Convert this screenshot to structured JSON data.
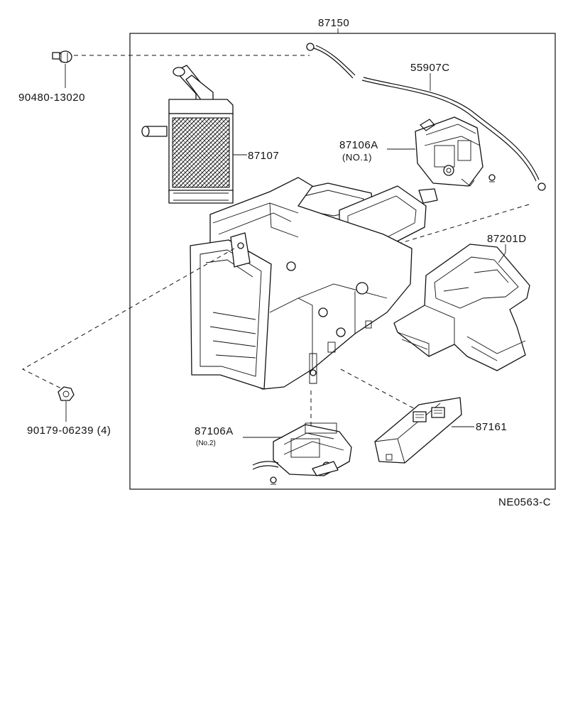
{
  "parts": {
    "cable_assembly": "87150",
    "control_cable": "55907C",
    "heater_core": "87107",
    "servo_no1_number": "87106A",
    "servo_no1_note": "(NO.1)",
    "duct": "87201D",
    "amplifier": "87161",
    "servo_no2_number": "87106A",
    "servo_no2_note": "(No.2)",
    "bolt_top": "90480-13020",
    "clip_nut": "90179-06239 (4)"
  },
  "diagram_code": "NE0563-C"
}
